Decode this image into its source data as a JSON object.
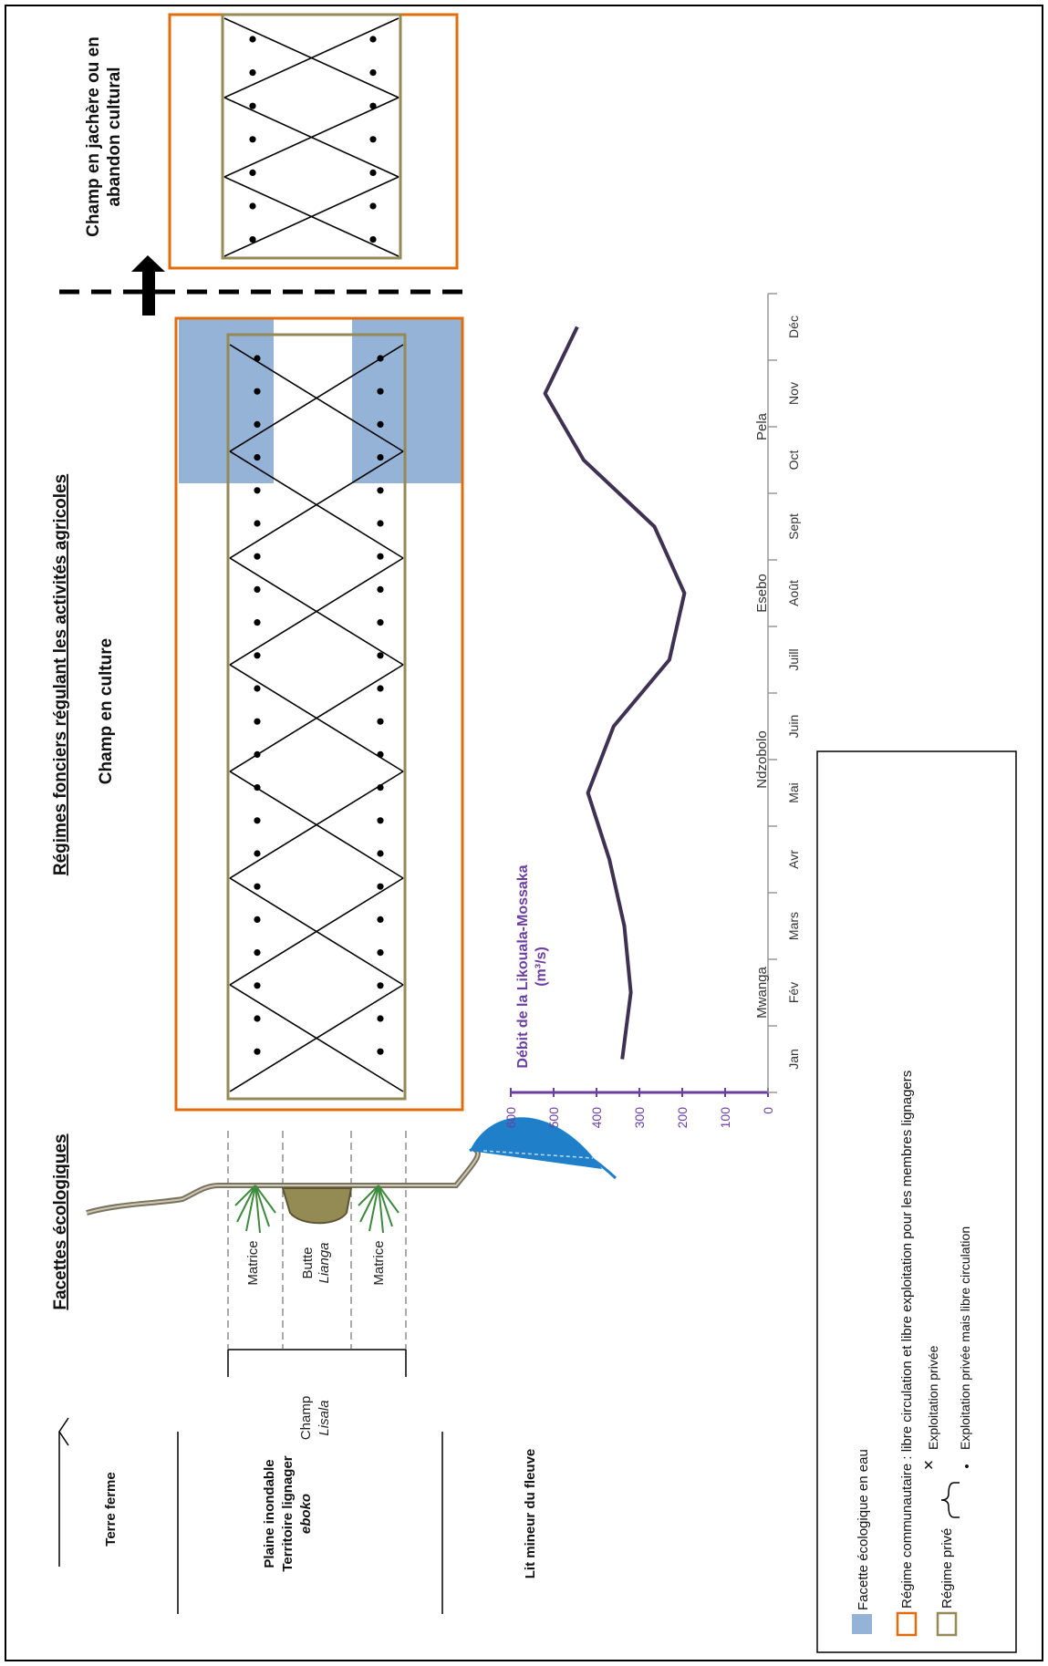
{
  "headings": {
    "ecological": "Facettes écologiques",
    "regimes": "Régimes fonciers régulant les activités agricoles",
    "cultivated": "Champ en culture",
    "fallow_line1": "Champ en jachère ou en",
    "fallow_line2": "abandon cultural"
  },
  "zones": {
    "terre_ferme": "Terre ferme",
    "plaine_line1": "Plaine inondable",
    "plaine_line2": "Territoire lignager",
    "plaine_line3": "eboko",
    "lit_mineur": "Lit mineur du fleuve"
  },
  "facets": {
    "champ": "Champ",
    "lisala": "Lisala",
    "matrice_top": "Matrice",
    "butte": "Butte",
    "lianga": "Lianga",
    "matrice_bottom": "Matrice"
  },
  "colors": {
    "water": "#95b3d7",
    "communal": "#e36c0a",
    "private": "#948a54",
    "discharge": "#3f3151",
    "axis": "#6b3fa0"
  },
  "chart_data": {
    "type": "line",
    "title": "",
    "ylabel_line1": "Débit de la Likouala-Mossaka",
    "ylabel_line2": "(m³/s)",
    "ylim": [
      0,
      600
    ],
    "yticks": [
      0,
      100,
      200,
      300,
      400,
      500,
      600
    ],
    "categories": [
      "Jan",
      "Fév",
      "Mars",
      "Avr",
      "Mai",
      "Juin",
      "Juill",
      "Août",
      "Sept",
      "Oct",
      "Nov",
      "Déc"
    ],
    "series": [
      {
        "values": [
          340,
          320,
          335,
          370,
          420,
          360,
          230,
          195,
          265,
          430,
          520,
          445
        ]
      }
    ],
    "seasons": [
      "Mwanga",
      "Ndzobolo",
      "Esebo",
      "Pela"
    ]
  },
  "legend": {
    "water": "Facette écologique en eau",
    "communal": "Régime communautaire : libre circulation et libre exploitation pour les membres lignagers",
    "private": "Régime privé",
    "private_x": "Exploitation privée",
    "private_dot": "Exploitation privée mais libre circulation",
    "x_symbol": "✕",
    "dot_symbol": "•"
  }
}
